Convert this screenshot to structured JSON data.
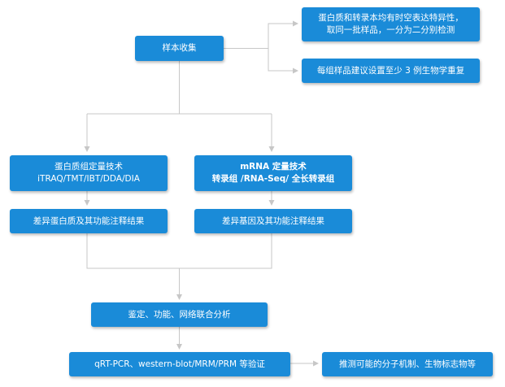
{
  "colors": {
    "box_fill": "#1a8bd8",
    "box_text": "#ffffff",
    "connector": "#c7c7c7"
  },
  "nodes": {
    "sample_collection": {
      "line1": "样本收集"
    },
    "split_detection": {
      "line1": "蛋白质和转录本均有时空表达特异性，",
      "line2": "取同一批样品，一分为二分别检测"
    },
    "biological_replicates": {
      "line1": "每组样品建议设置至少 3 例生物学重复"
    },
    "protein_quant": {
      "line1": "蛋白质组定量技术",
      "line2": "iTRAQ/TMT/IBT/DDA/DIA"
    },
    "mrna_quant": {
      "line1": "mRNA 定量技术",
      "line2": "转录组 /RNA-Seq/ 全长转录组"
    },
    "diff_protein_annotation": {
      "line1": "差异蛋白质及其功能注释结果"
    },
    "diff_gene_annotation": {
      "line1": "差异基因及其功能注释结果"
    },
    "joint_analysis": {
      "line1": "鉴定、功能、网络联合分析"
    },
    "validation": {
      "line1": "qRT-PCR、western-blot/MRM/PRM 等验证"
    },
    "inference": {
      "line1": "推测可能的分子机制、生物标志物等"
    }
  }
}
